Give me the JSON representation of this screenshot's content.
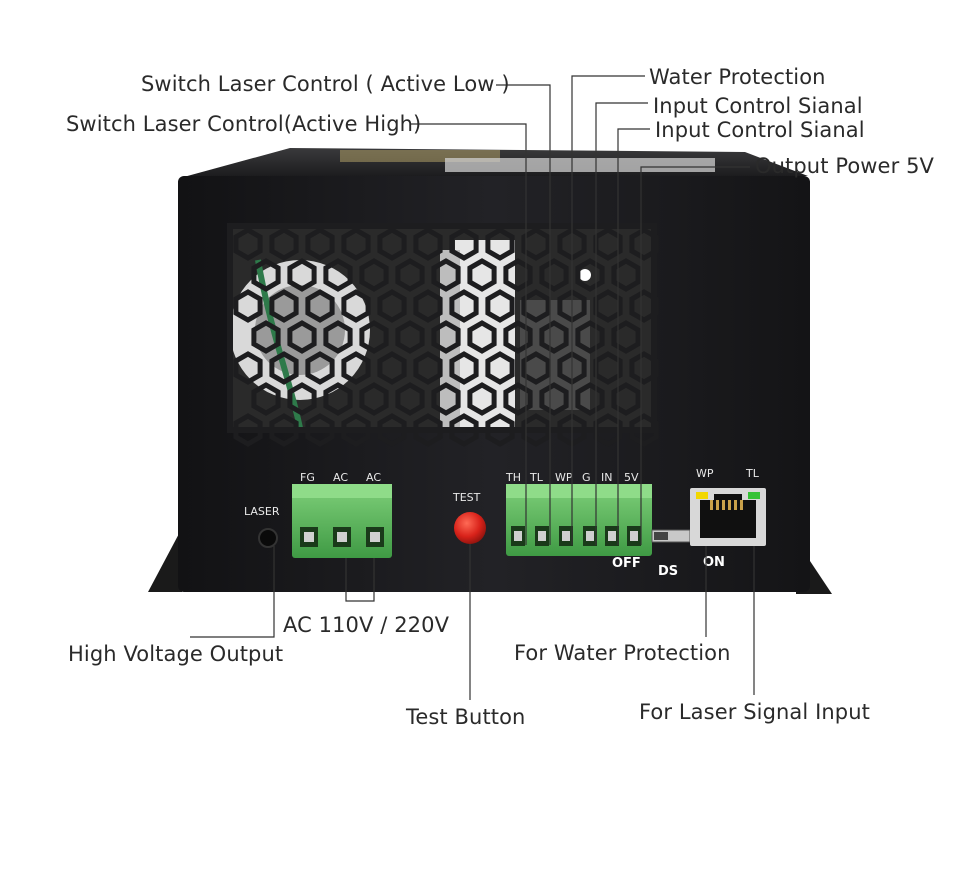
{
  "callouts": {
    "active_low": "Switch Laser Control ( Active Low )",
    "active_high": "Switch Laser Control(Active High)",
    "water_protection": "Water Protection",
    "input_control_1": "Input Control Sianal",
    "input_control_2": "Input Control Sianal",
    "output_power": "Output Power 5V",
    "ac_input": "AC 110V / 220V",
    "high_voltage": "High Voltage Output",
    "water_protection_port": "For Water Protection",
    "test_button": "Test Button",
    "laser_signal_input": "For Laser Signal Input"
  },
  "panel_labels": {
    "laser": "LASER",
    "fg": "FG",
    "ac1": "AC",
    "ac2": "AC",
    "test": "TEST",
    "th": "TH",
    "tl": "TL",
    "wp": "WP",
    "g": "G",
    "in": "IN",
    "v5": "5V",
    "off": "OFF",
    "ds": "DS",
    "on": "ON",
    "rj_wp": "WP",
    "rj_tl": "TL"
  },
  "colors": {
    "chassis": "#1c1c1e",
    "terminal_green": "#5cb85c",
    "test_button_red": "#d8221a",
    "leader_line": "#333333"
  }
}
